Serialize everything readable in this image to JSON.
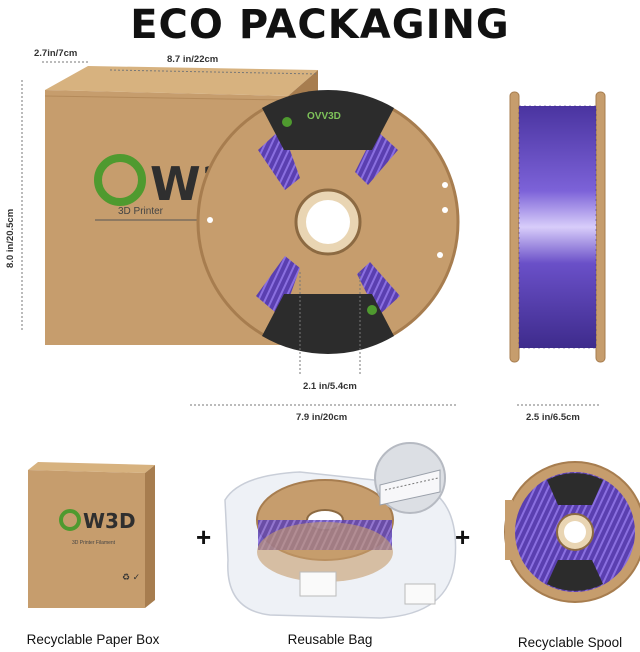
{
  "header": {
    "title": "ECO PACKAGING"
  },
  "dimensions": {
    "box_depth": "2.7in/7cm",
    "box_width": "8.7 in/22cm",
    "box_height": "8.0 in/20.5cm",
    "hub_diameter": "2.1 in/5.4cm",
    "spool_diameter": "7.9 in/20cm",
    "spool_width": "2.5 in/6.5cm"
  },
  "brand": {
    "logo": "OW3D",
    "box_tagline": "3D Printer",
    "small_box_tagline": "3D Printer Filament",
    "spool_logo": "OVV3D"
  },
  "captions": {
    "paper_box": "Recyclable Paper Box",
    "bag": "Reusable Bag",
    "spool": "Recyclable Spool"
  },
  "symbols": {
    "plus": "+"
  },
  "colors": {
    "cardboard": "#c69d6d",
    "cardboard_dark": "#a77d4f",
    "filament": "#5a3fb0",
    "filament_light": "#b9a8f0",
    "logo_green": "#4f9a2f",
    "label_dark": "#2c2c2c"
  }
}
